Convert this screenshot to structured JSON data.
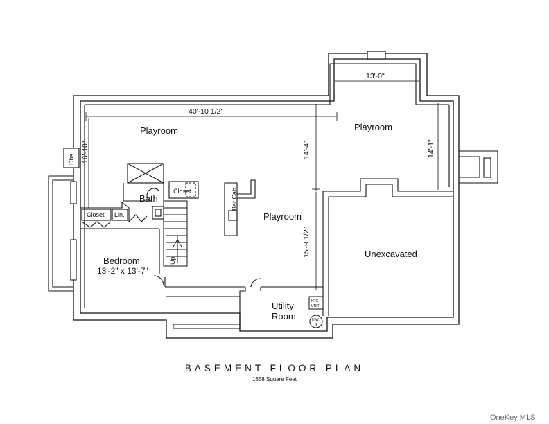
{
  "rooms": {
    "playroom_left": "Playroom",
    "playroom_right": "Playroom",
    "playroom_center": "Playroom",
    "bedroom": "Bedroom",
    "bedroom_size": "13'-2\" x 13'-7\"",
    "bath": "Bath",
    "closet_top": "Closet",
    "closet_left": "Closet",
    "linen": "Lin.",
    "bar": "Bar Cab.",
    "unexcavated": "Unexcavated",
    "utility_1": "Utility",
    "utility_2": "Room",
    "dbs": "Dbs.",
    "up": "Up",
    "htg_1": "HTG",
    "htg_2": "UNIT",
    "hw_1": "H.W.",
    "hw_2": "S"
  },
  "dimensions": {
    "overall_width": "40'-10 1/2\"",
    "bump_width": "13'-0\"",
    "left_height": "16'-10\"",
    "mid_height": "14'-4\"",
    "right_height": "14'-1\"",
    "center_height": "15'-9 1/2\""
  },
  "title": "BASEMENT FLOOR PLAN",
  "subtitle": "1658 Square Feet",
  "watermark": "OneKey MLS"
}
